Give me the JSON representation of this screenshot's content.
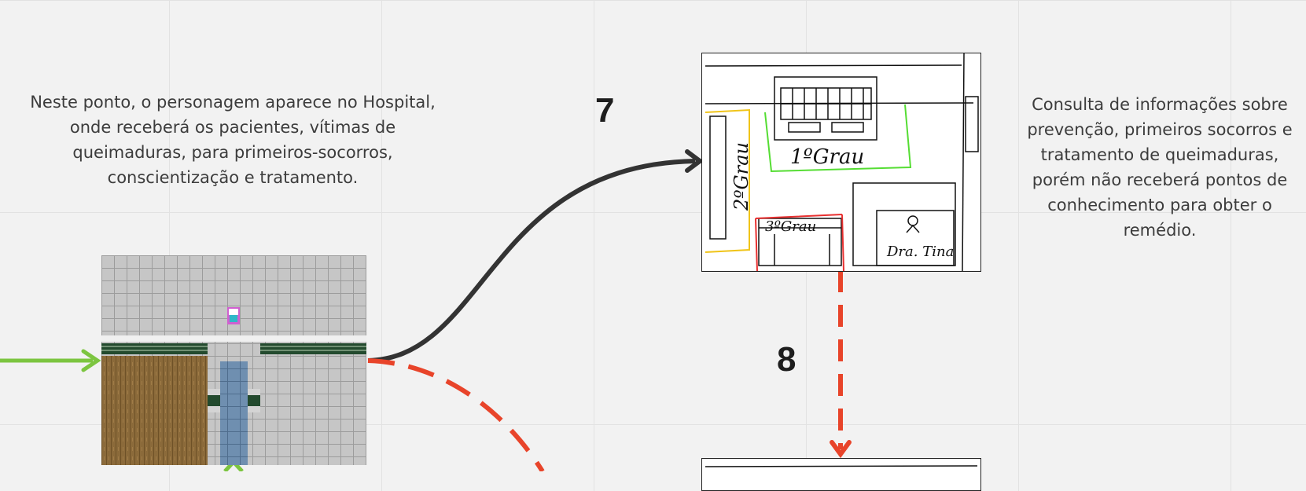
{
  "notes": {
    "left": "Neste ponto, o personagem aparece no Hospital, onde receberá os pacientes, vítimas de queimaduras, para primeiros-socorros, conscientização e tratamento.",
    "right": "Consulta de informações sobre prevenção, primeiros socorros e tratamento de queimaduras, porém não receberá pontos de conhecimento para obter o remédio."
  },
  "steps": {
    "seven": "7",
    "eight": "8"
  },
  "sketch": {
    "label_first": "1ºGrau",
    "label_second": "2ºGrau",
    "label_third": "3ºGrau",
    "label_doctor": "Dra. Tina"
  },
  "colors": {
    "canvas": "#f2f2f2",
    "grid": "#e2e2e2",
    "arrow_dark": "#333333",
    "arrow_red": "#e8442a",
    "arrow_green": "#7cc540",
    "sketch_yellow": "#f0c419",
    "sketch_green": "#55dd33",
    "sketch_red": "#e83030",
    "floor_wood": "#8b6a3a",
    "floor_tile": "#c4c4c4",
    "carpet_blue": "#6f8fb0",
    "wall_green": "#234a2e"
  }
}
